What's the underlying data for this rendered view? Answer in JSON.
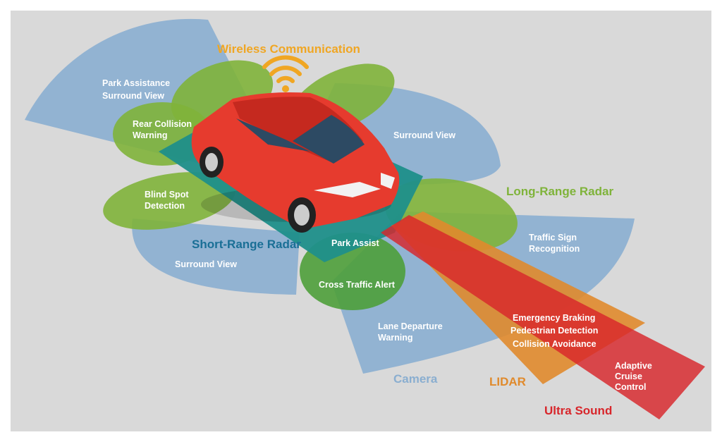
{
  "colors": {
    "background": "#d9d9d9",
    "camera": "#8aaed0",
    "radar": "#7fb33a",
    "short_radar": "#1f8f8a",
    "lidar": "#e08a2c",
    "ultrasound": "#d8262b",
    "wireless": "#f0a623",
    "car": "#e63b2e"
  },
  "categories": {
    "wireless": "Wireless Communication",
    "long_range_radar": "Long-Range Radar",
    "short_range_radar": "Short-Range Radar",
    "camera": "Camera",
    "lidar": "LIDAR",
    "ultra_sound": "Ultra Sound"
  },
  "features": {
    "park_assistance": "Park Assistance",
    "surround_view_rear": "Surround View",
    "rear_collision_1": "Rear Collision",
    "rear_collision_2": "Warning",
    "surround_view_front": "Surround View",
    "blind_spot_1": "Blind Spot",
    "blind_spot_2": "Detection",
    "surround_view_left": "Surround View",
    "park_assist": "Park Assist",
    "traffic_sign_1": "Traffic Sign",
    "traffic_sign_2": "Recognition",
    "cross_traffic": "Cross Traffic Alert",
    "lane_departure_1": "Lane Departure",
    "lane_departure_2": "Warning",
    "emergency_braking": "Emergency Braking",
    "pedestrian_detection": "Pedestrian Detection",
    "collision_avoidance": "Collision Avoidance",
    "acc_1": "Adaptive",
    "acc_2": "Cruise",
    "acc_3": "Control"
  }
}
